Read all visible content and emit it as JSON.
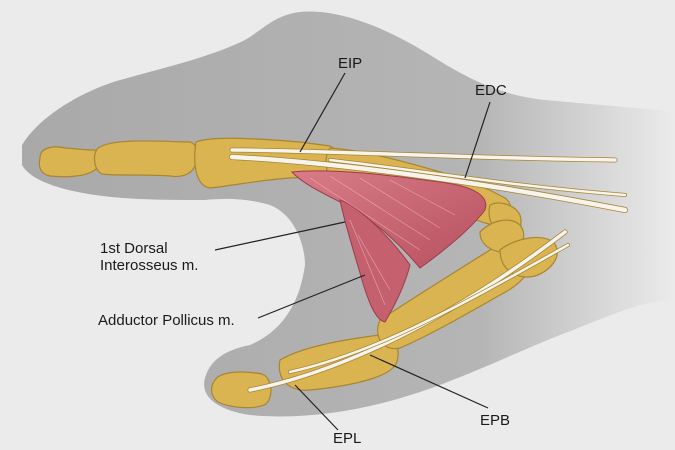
{
  "labels": {
    "eip": "EIP",
    "edc": "EDC",
    "first_dorsal_line1": "1st Dorsal",
    "first_dorsal_line2": "Interosseus m.",
    "adductor": "Adductor Pollicus m.",
    "epl": "EPL",
    "epb": "EPB"
  },
  "colors": {
    "background": "#ebebeb",
    "hand_silhouette": "#a9a9a9",
    "bone": "#d9b451",
    "bone_outline": "#a88530",
    "tendon": "#f6f4ec",
    "muscle": "#cf6b78",
    "leader_line": "#222222"
  }
}
